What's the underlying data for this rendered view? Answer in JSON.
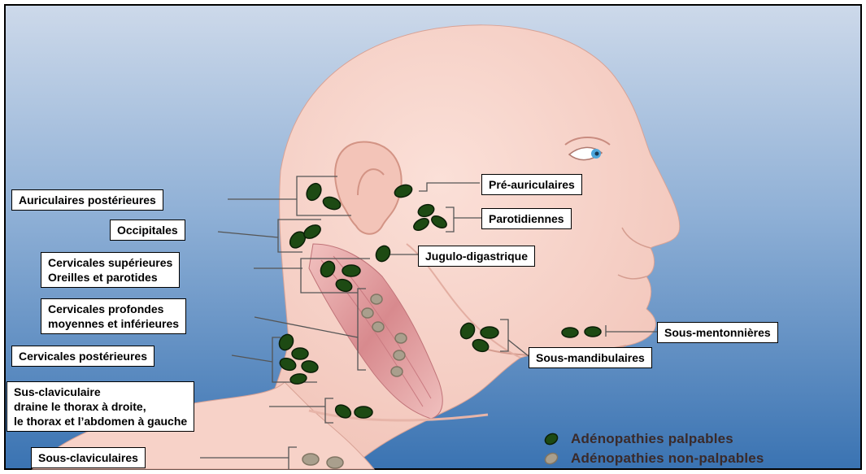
{
  "labels": {
    "pre_auriculaires": "Pré-auriculaires",
    "auriculaires_posterieures": "Auriculaires postérieures",
    "parotidiennes": "Parotidiennes",
    "occipitales": "Occipitales",
    "jugulo_digastrique": "Jugulo-digastrique",
    "cervicales_superieures": "Cervicales supérieures\nOreilles et parotides",
    "cervicales_profondes": "Cervicales profondes\nmoyennes et inférieures",
    "sous_mentonnieres": "Sous-mentonnières",
    "cervicales_posterieures": "Cervicales postérieures",
    "sous_mandibulaires": "Sous-mandibulaires",
    "sus_claviculaire": "Sus-claviculaire\ndraine le thorax à droite,\nle thorax et l’abdomen à gauche",
    "sous_claviculaires": "Sous-claviculaires"
  },
  "legend": {
    "palpable": "Adénopathies palpables",
    "non_palpable": "Adénopathies non-palpables"
  },
  "colors": {
    "background_top": "#c7d4e6",
    "background_bottom": "#3f77b4",
    "skin": "#f6cfc5",
    "skin_shadow": "#e9b3a7",
    "muscle": "#d98b8e",
    "node_palpable": "#1c4a12",
    "node_non_palpable": "#a8a090"
  }
}
